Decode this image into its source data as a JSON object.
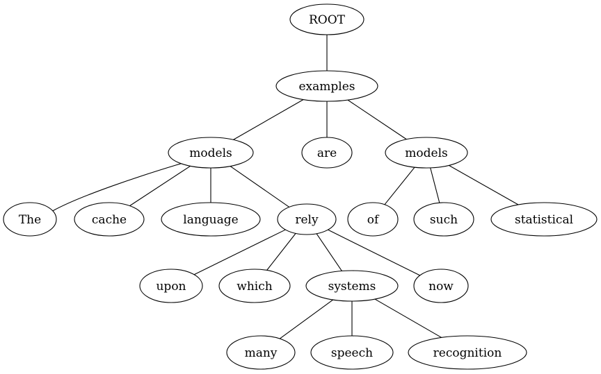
{
  "nodes": [
    {
      "id": "root",
      "label": "ROOT"
    },
    {
      "id": "examples",
      "label": "examples"
    },
    {
      "id": "models_1",
      "label": "models"
    },
    {
      "id": "are",
      "label": "are"
    },
    {
      "id": "models_2",
      "label": "models"
    },
    {
      "id": "the",
      "label": "The"
    },
    {
      "id": "cache",
      "label": "cache"
    },
    {
      "id": "language",
      "label": "language"
    },
    {
      "id": "rely",
      "label": "rely"
    },
    {
      "id": "of",
      "label": "of"
    },
    {
      "id": "such",
      "label": "such"
    },
    {
      "id": "statistical",
      "label": "statistical"
    },
    {
      "id": "upon",
      "label": "upon"
    },
    {
      "id": "which",
      "label": "which"
    },
    {
      "id": "systems",
      "label": "systems"
    },
    {
      "id": "now",
      "label": "now"
    },
    {
      "id": "many",
      "label": "many"
    },
    {
      "id": "speech",
      "label": "speech"
    },
    {
      "id": "recognition",
      "label": "recognition"
    }
  ],
  "edges": [
    [
      "root",
      "examples"
    ],
    [
      "examples",
      "models_1"
    ],
    [
      "examples",
      "are"
    ],
    [
      "examples",
      "models_2"
    ],
    [
      "models_1",
      "the"
    ],
    [
      "models_1",
      "cache"
    ],
    [
      "models_1",
      "language"
    ],
    [
      "models_1",
      "rely"
    ],
    [
      "models_2",
      "of"
    ],
    [
      "models_2",
      "such"
    ],
    [
      "models_2",
      "statistical"
    ],
    [
      "rely",
      "upon"
    ],
    [
      "rely",
      "which"
    ],
    [
      "rely",
      "systems"
    ],
    [
      "rely",
      "now"
    ],
    [
      "systems",
      "many"
    ],
    [
      "systems",
      "speech"
    ],
    [
      "systems",
      "recognition"
    ]
  ]
}
